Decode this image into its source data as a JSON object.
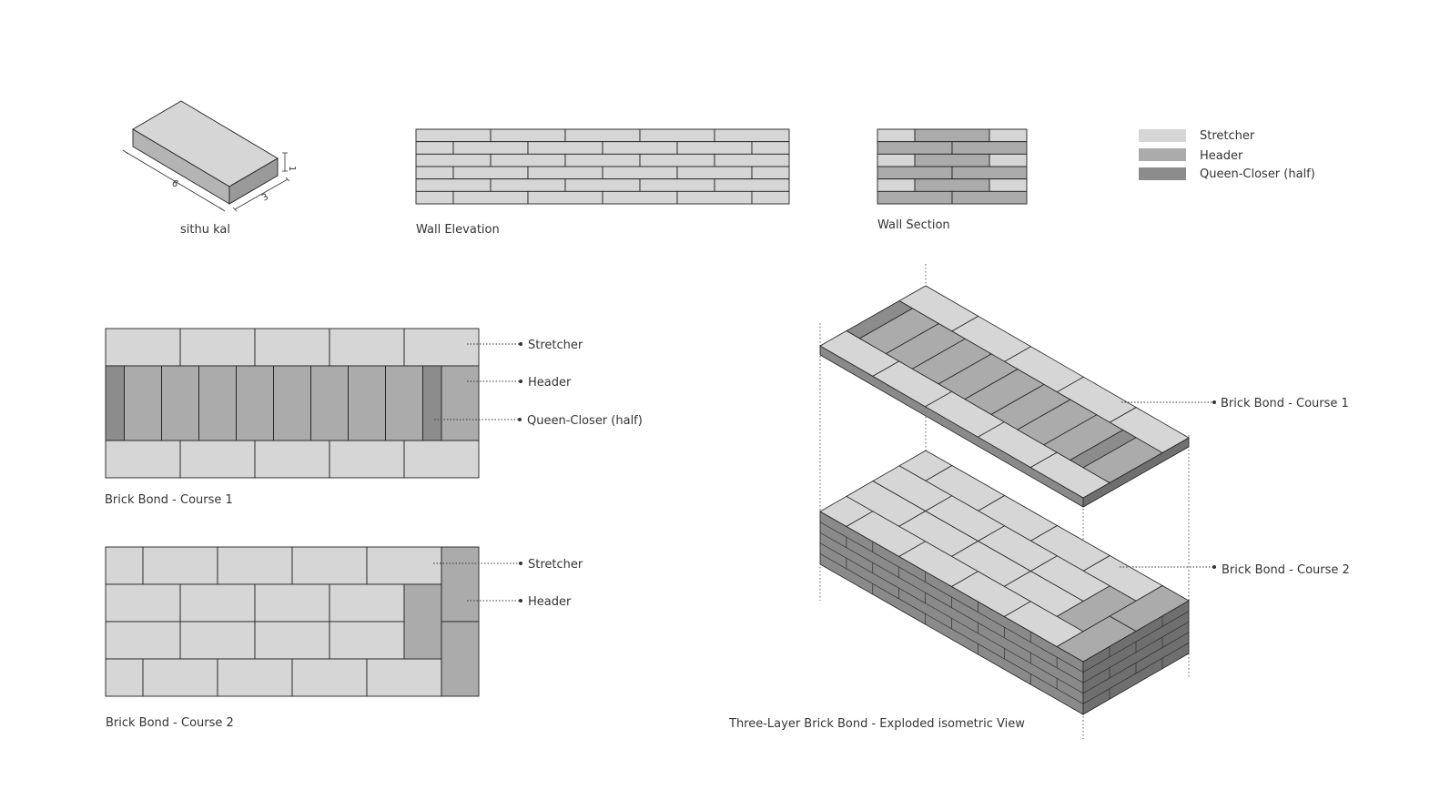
{
  "colors": {
    "stretcher": "#d6d6d6",
    "header": "#ababab",
    "closer": "#8c8c8c",
    "dark_side": "#6f6f6f",
    "mid_side": "#8a8a8a",
    "line": "#222222"
  },
  "brick": {
    "caption": "sithu kal",
    "dim_length": "6",
    "dim_width": "3",
    "dim_height": "1"
  },
  "elevation": {
    "caption": "Wall Elevation"
  },
  "section": {
    "caption": "Wall Section"
  },
  "legend": [
    {
      "label": "Stretcher",
      "color": "#d6d6d6"
    },
    {
      "label": "Header",
      "color": "#ababab"
    },
    {
      "label": "Queen-Closer (half)",
      "color": "#8c8c8c"
    }
  ],
  "course1": {
    "caption": "Brick Bond - Course 1",
    "callouts": [
      "Stretcher",
      "Header",
      "Queen-Closer (half)"
    ]
  },
  "course2": {
    "caption": "Brick Bond - Course 2",
    "callouts": [
      "Stretcher",
      "Header"
    ]
  },
  "iso": {
    "caption": "Three-Layer Brick Bond - Exploded isometric View",
    "label_top": "Brick Bond - Course 1",
    "label_bottom": "Brick Bond - Course 2"
  }
}
